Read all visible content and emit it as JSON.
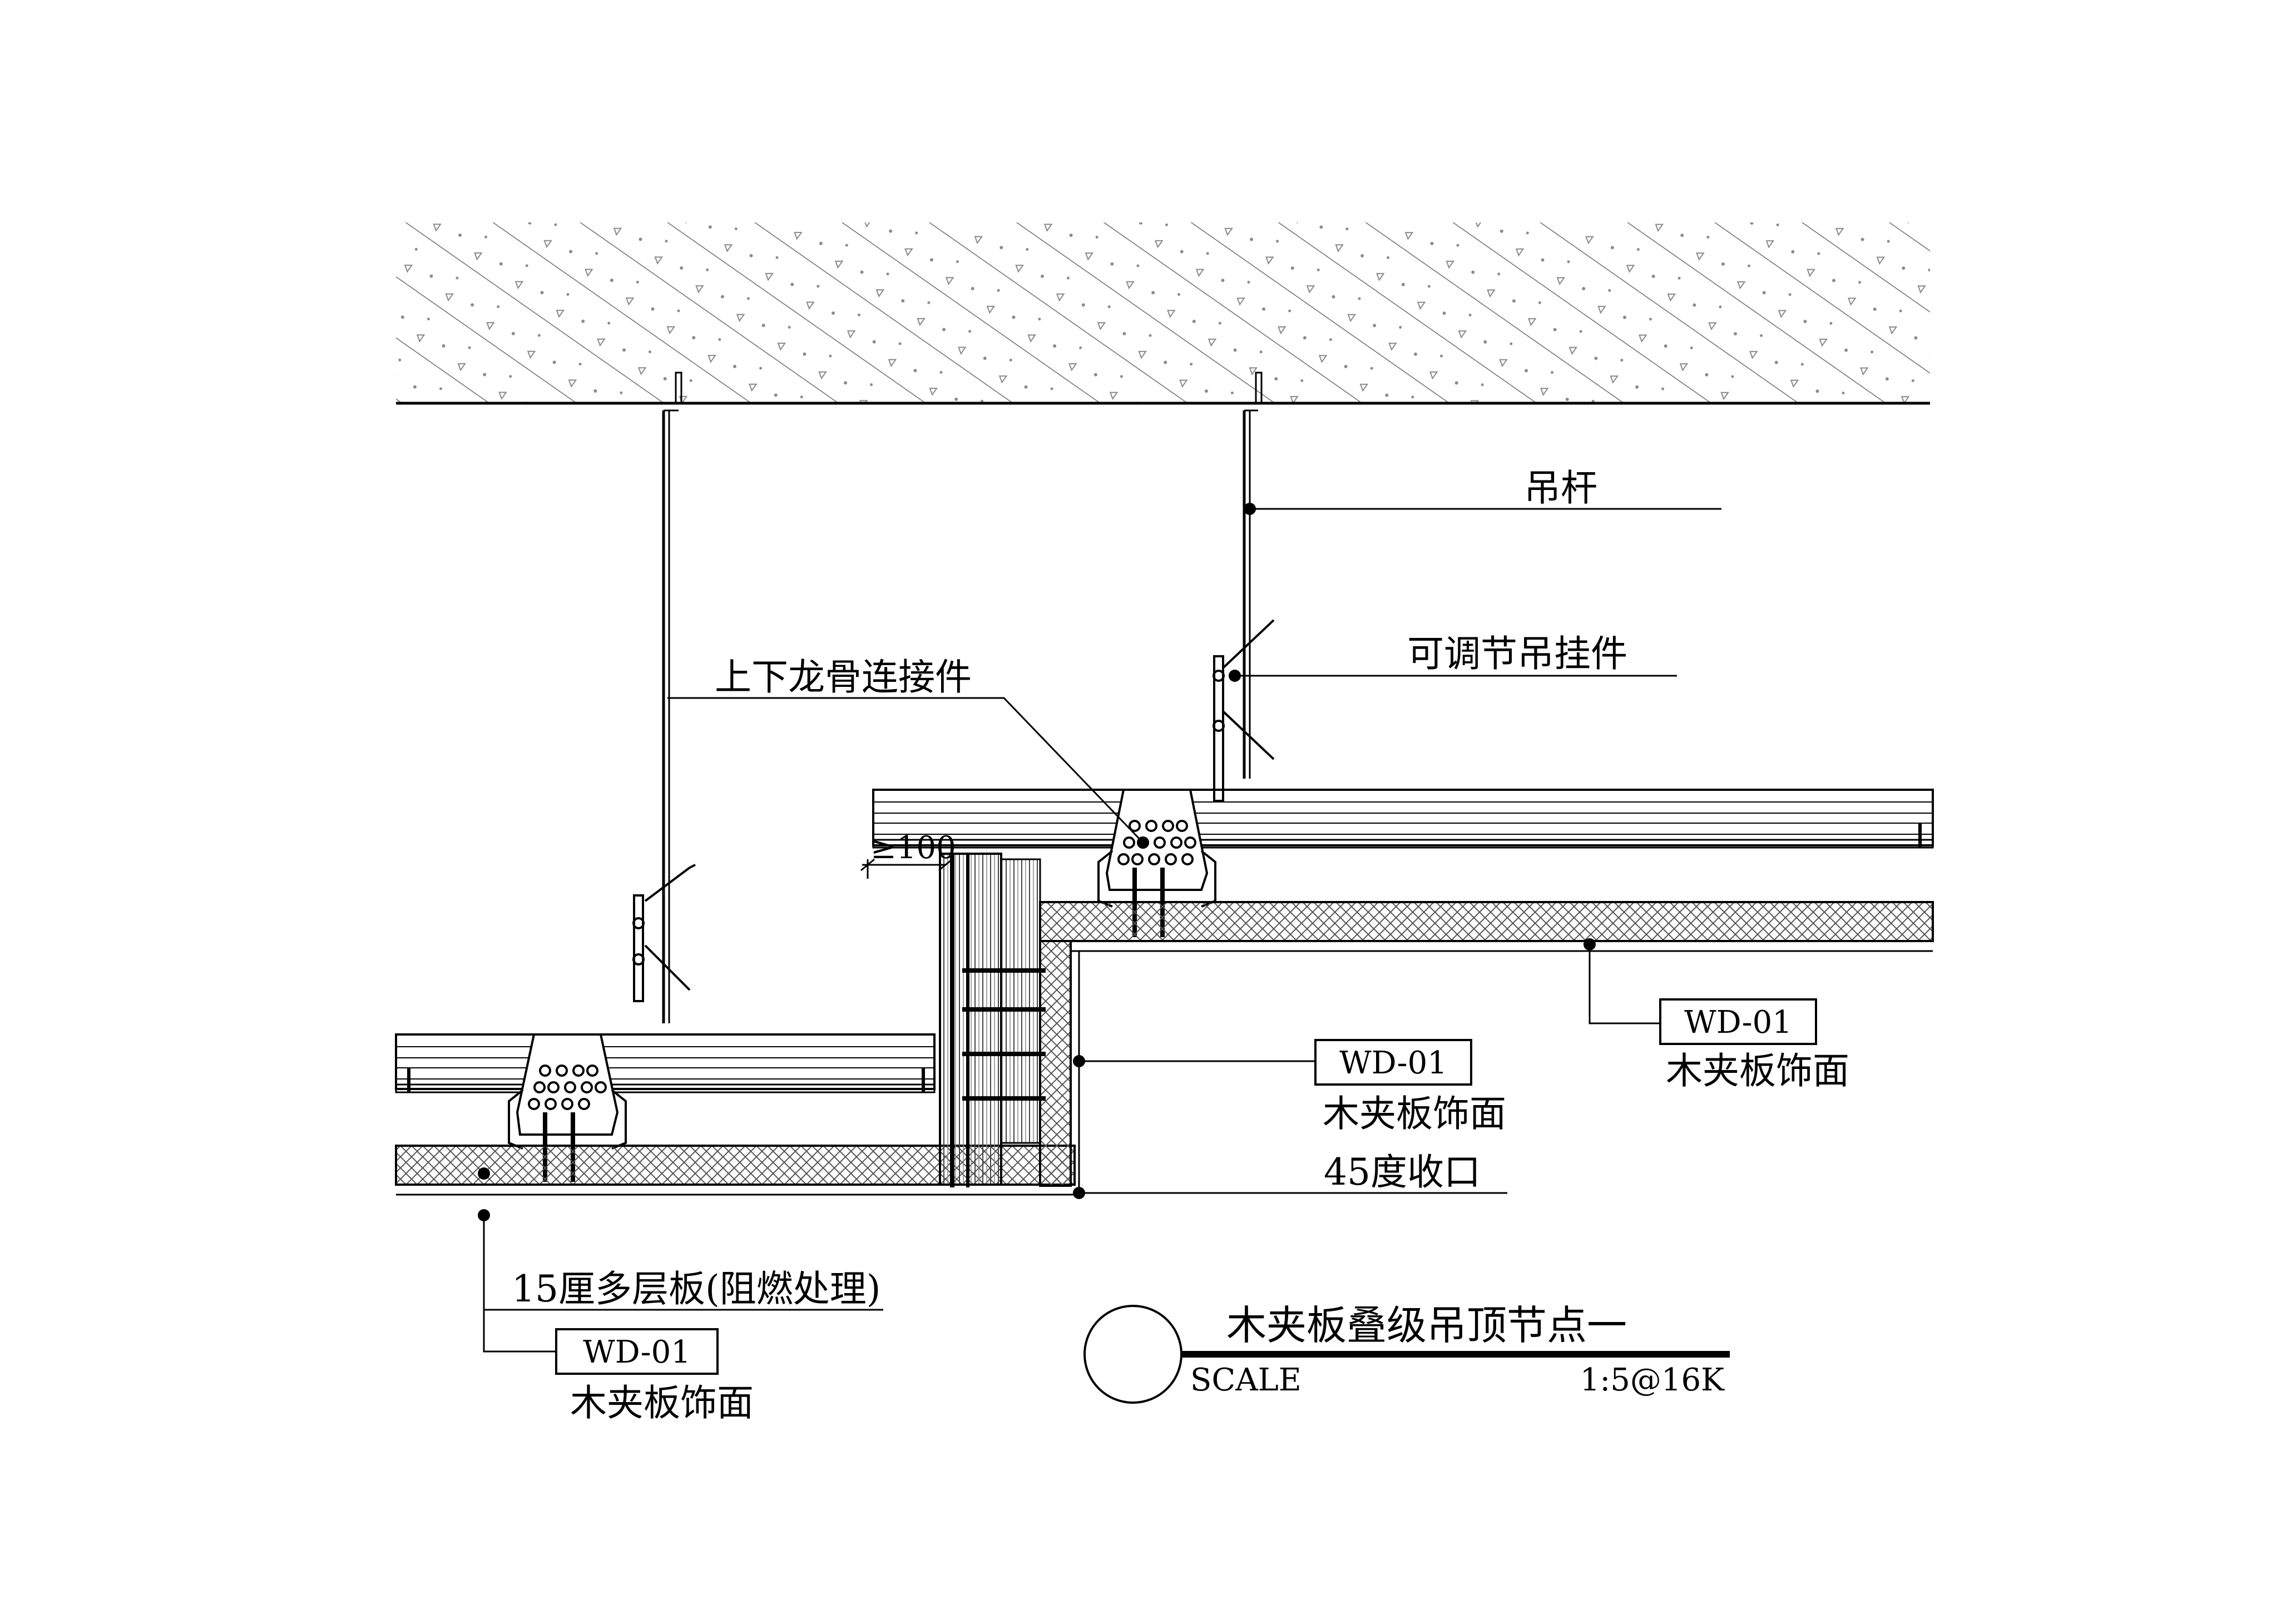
{
  "drawing": {
    "title": "木夹板叠级吊顶节点一",
    "scale_label": "SCALE",
    "scale_value": "1:5@16K"
  },
  "labels": {
    "hanger_rod": "吊杆",
    "adjustable_hanger": "可调节吊挂件",
    "keel_connector": "上下龙骨连接件",
    "gap_dimension": "≥100",
    "closure_45": "45度收口",
    "plywood_15": "15厘多层板(阻燃处理)"
  },
  "finish_tags": [
    {
      "code": "WD-01",
      "text": "木夹板饰面"
    },
    {
      "code": "WD-01",
      "text": "木夹板饰面"
    },
    {
      "code": "WD-01",
      "text": "木夹板饰面"
    }
  ]
}
